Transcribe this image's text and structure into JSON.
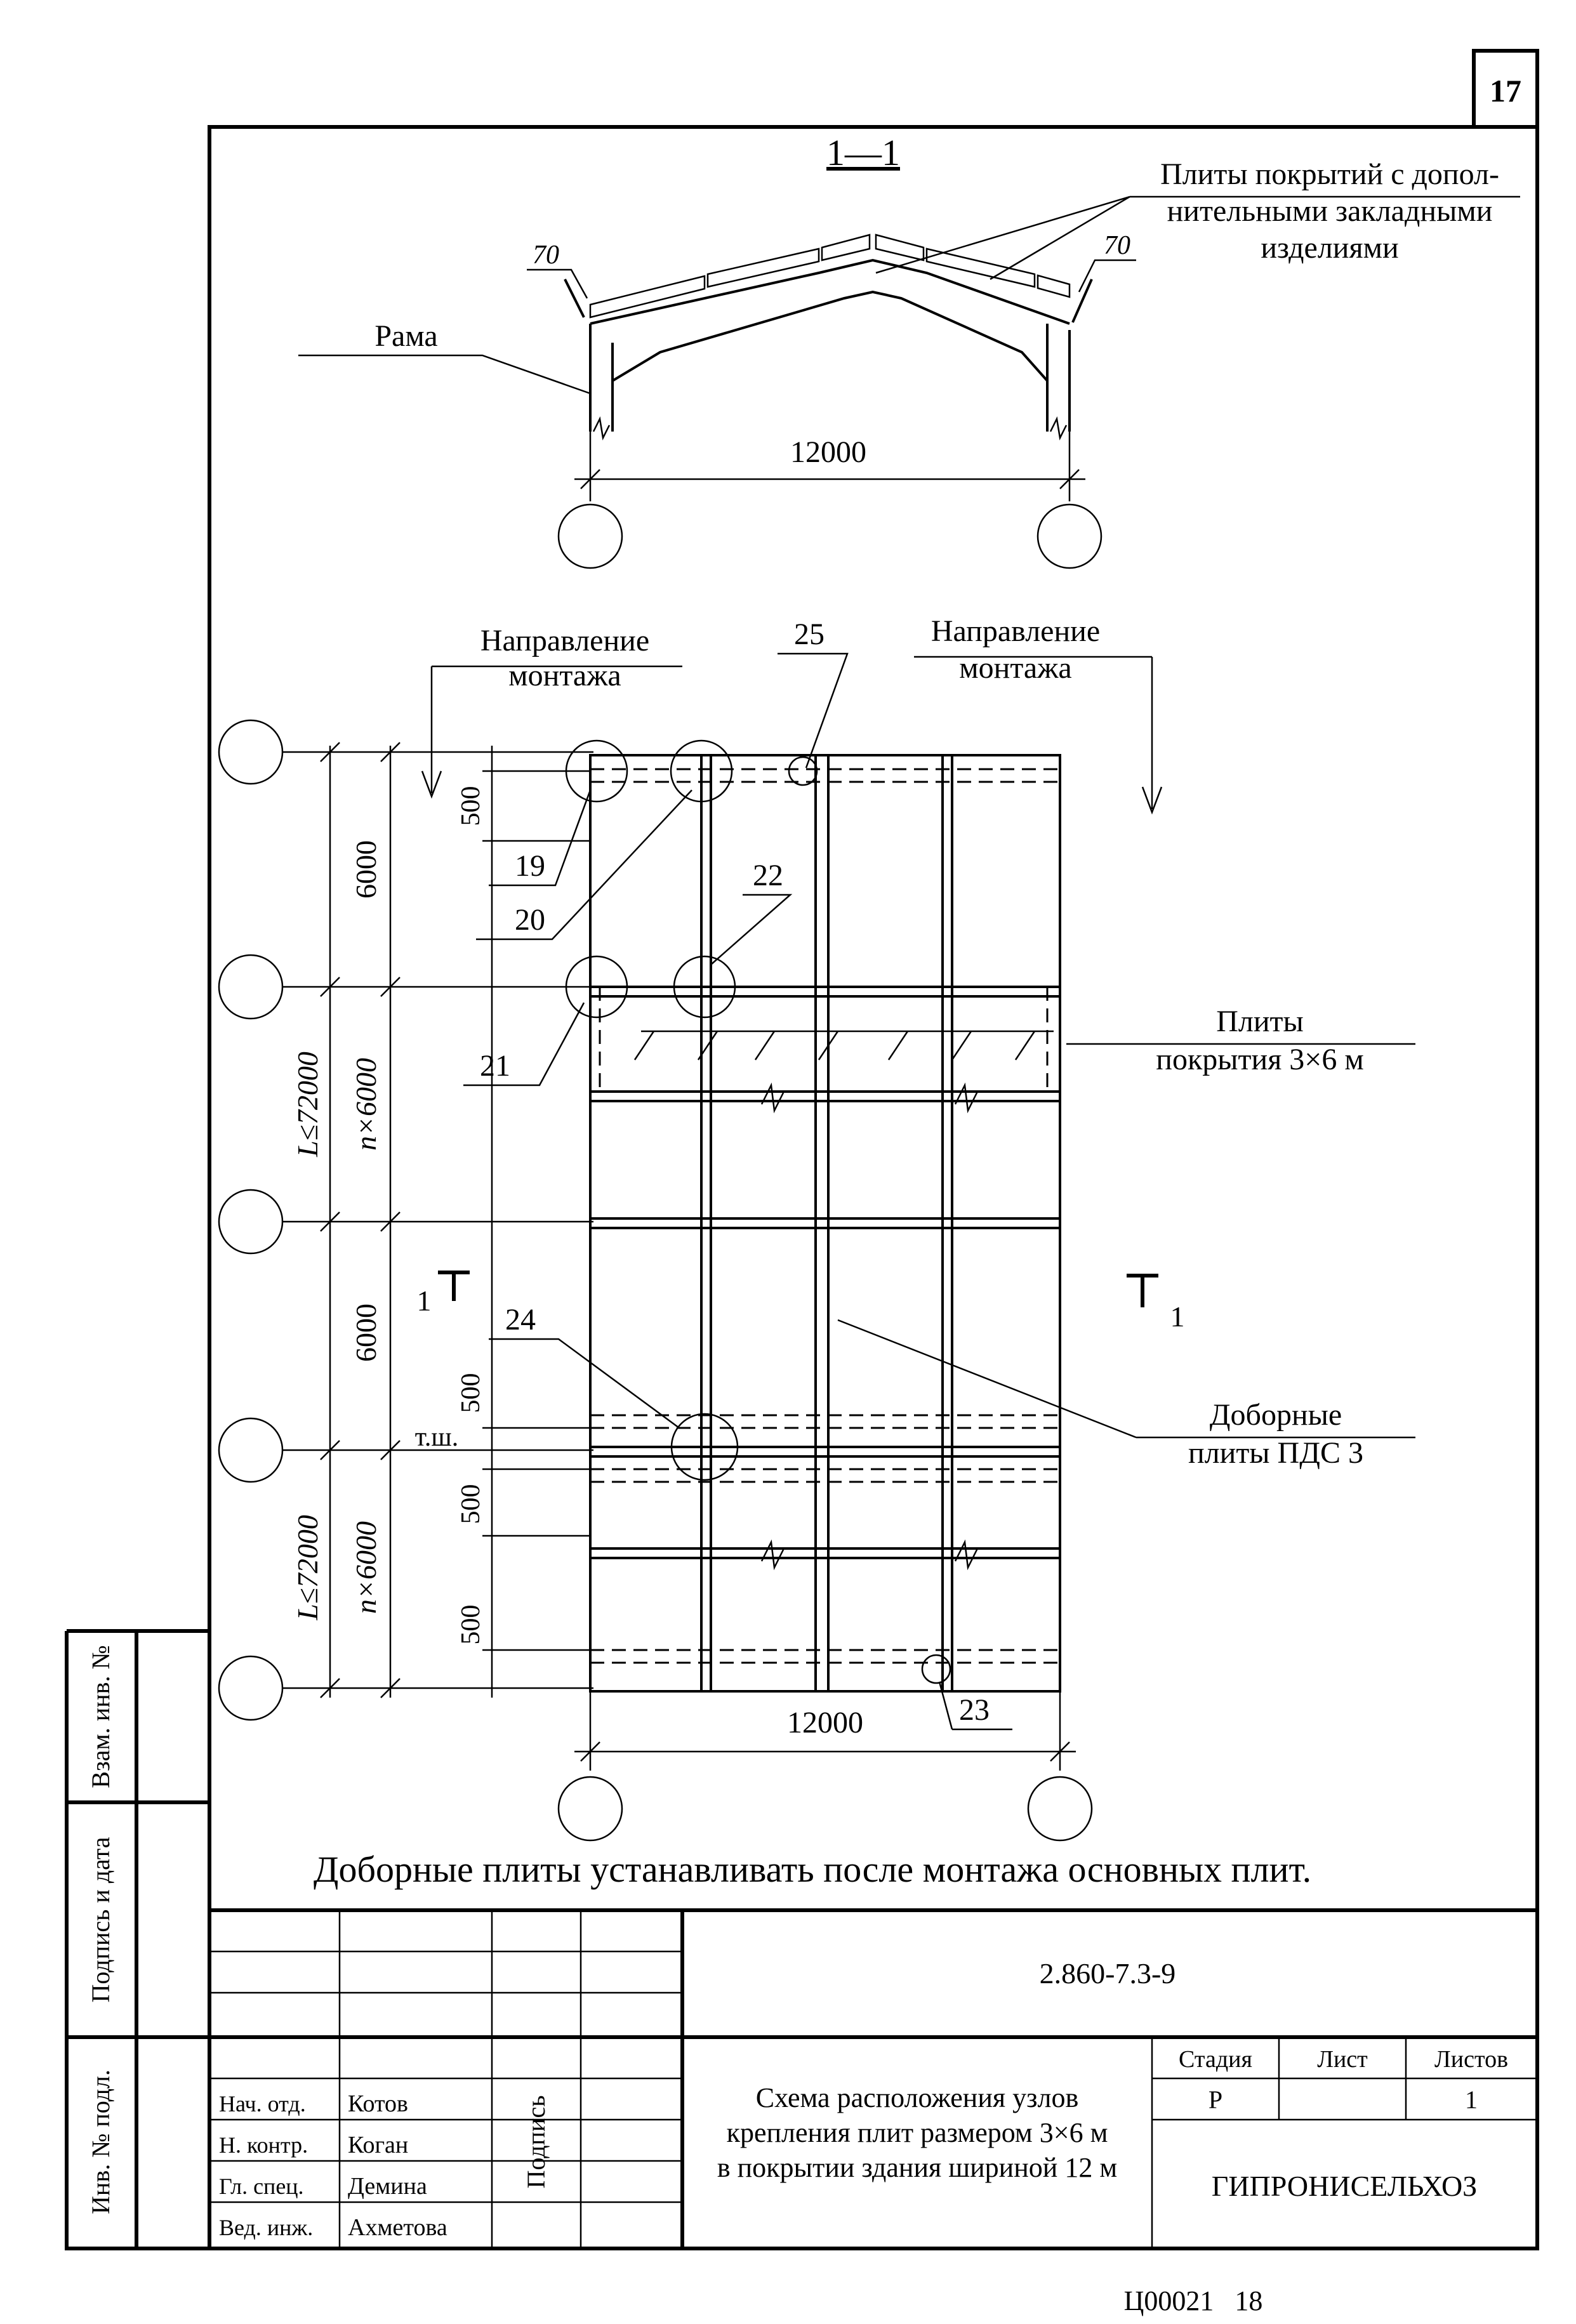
{
  "sheet": {
    "page_number": "17",
    "footer_code": "Ц00021   18"
  },
  "section": {
    "title": "1—1",
    "label_frame": "Рама",
    "label_slabs_line1": "Плиты покрытий с допол-",
    "label_slabs_line2": "нительными закладными",
    "label_slabs_line3": "изделиями",
    "dim_left": "70",
    "dim_right": "70",
    "dim_span": "12000"
  },
  "plan": {
    "direction_left_line1": "Направление",
    "direction_left_line2": "монтажа",
    "direction_right_line1": "Направление",
    "direction_right_line2": "монтажа",
    "dim_6000_top": "6000",
    "dim_6000_mid": "6000",
    "dim_L_top": "L≤72000",
    "dim_n6000_top": "n×6000",
    "dim_L_bottom": "L≤72000",
    "dim_n6000_bottom": "n×6000",
    "dim_500_a": "500",
    "dim_500_b": "500",
    "dim_500_c": "500",
    "dim_500_d": "500",
    "dim_span": "12000",
    "expansion_joint": "т.ш.",
    "section_mark_left": "1",
    "section_mark_right": "1",
    "label_slabs_line1": "Плиты",
    "label_slabs_line2": "покрытия 3×6 м",
    "label_addl_line1": "Доборные",
    "label_addl_line2": "плиты ПДС 3",
    "nodes": [
      "19",
      "20",
      "21",
      "22",
      "23",
      "24",
      "25"
    ]
  },
  "note": "Доборные плиты устанавливать после монтажа основных плит.",
  "stamp": {
    "side_labels": [
      "Взам. инв. №",
      "Подпись и дата",
      "Инв. № подл."
    ],
    "doc_code": "2.860-7.3-9",
    "signature_header": "Подпись",
    "roles": [
      "Нач. отд.",
      "Н. контр.",
      "Гл. спец.",
      "Вед. инж."
    ],
    "names": [
      "Котов",
      "Коган",
      "Демина",
      "Ахметова"
    ],
    "title_line1": "Схема расположения узлов",
    "title_line2": "крепления плит размером 3×6 м",
    "title_line3": "в покрытии здания шириной 12 м",
    "stage_header": "Стадия",
    "sheet_header": "Лист",
    "sheets_header": "Листов",
    "stage_value": "Р",
    "sheet_value": "",
    "sheets_value": "1",
    "organization": "ГИПРОНИСЕЛЬХОЗ"
  }
}
